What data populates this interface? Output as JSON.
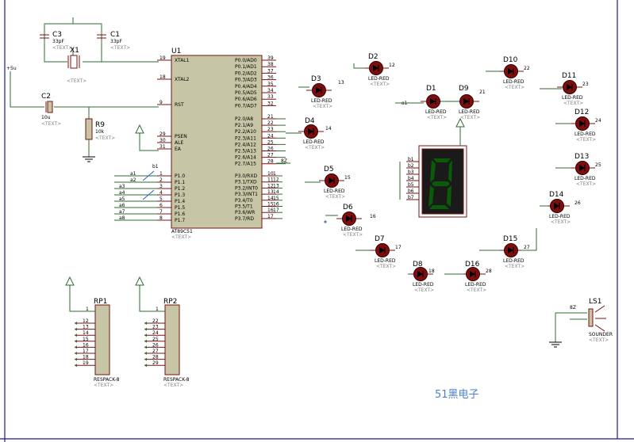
{
  "supply_label": "+5u",
  "brand_text": "51黑电子",
  "mcu": {
    "ref": "U1",
    "part": "AT89C51",
    "left_pins": [
      {
        "name": "XTAL1",
        "num": "19"
      },
      {
        "name": "XTAL2",
        "num": "18"
      },
      {
        "name": "RST",
        "num": "9"
      },
      {
        "name": "PSEN",
        "num": "29"
      },
      {
        "name": "ALE",
        "num": "30"
      },
      {
        "name": "EA",
        "num": "31"
      },
      {
        "name": "P1.0",
        "num": "1"
      },
      {
        "name": "P1.1",
        "num": "2"
      },
      {
        "name": "P1.2",
        "num": "3"
      },
      {
        "name": "P1.3",
        "num": "4"
      },
      {
        "name": "P1.4",
        "num": "5"
      },
      {
        "name": "P1.5",
        "num": "6"
      },
      {
        "name": "P1.6",
        "num": "7"
      },
      {
        "name": "P1.7",
        "num": "8"
      }
    ],
    "right_pins": [
      {
        "name": "P0.0/AD0",
        "num": "39"
      },
      {
        "name": "P0.1/AD1",
        "num": "38"
      },
      {
        "name": "P0.2/AD2",
        "num": "37"
      },
      {
        "name": "P0.3/AD3",
        "num": "36"
      },
      {
        "name": "P0.4/AD4",
        "num": "35"
      },
      {
        "name": "P0.5/AD5",
        "num": "34"
      },
      {
        "name": "P0.6/AD6",
        "num": "33"
      },
      {
        "name": "P0.7/AD7",
        "num": "32"
      },
      {
        "name": "P2.0/A8",
        "num": "21"
      },
      {
        "name": "P2.1/A9",
        "num": "22"
      },
      {
        "name": "P2.2/A10",
        "num": "23"
      },
      {
        "name": "P2.3/A11",
        "num": "24"
      },
      {
        "name": "P2.4/A12",
        "num": "25"
      },
      {
        "name": "P2.5/A13",
        "num": "26"
      },
      {
        "name": "P2.6/A14",
        "num": "27"
      },
      {
        "name": "P2.7/A15",
        "num": "28"
      },
      {
        "name": "P3.0/RXD",
        "num": "10"
      },
      {
        "name": "P3.1/TXD",
        "num": "11"
      },
      {
        "name": "P3.2/INT0",
        "num": "12"
      },
      {
        "name": "P3.3/INT1",
        "num": "13"
      },
      {
        "name": "P3.4/T0",
        "num": "14"
      },
      {
        "name": "P3.5/T1",
        "num": "15"
      },
      {
        "name": "P3.6/WR",
        "num": "16"
      },
      {
        "name": "P3.7/RD",
        "num": "17"
      }
    ],
    "p1_nets": [
      "a1",
      "a2",
      "a3",
      "a4",
      "a5",
      "a6",
      "a7",
      "a8"
    ],
    "p1_extra": "b1",
    "p2_nets": [
      "21",
      "22",
      "23",
      "24",
      "25",
      "26",
      "27",
      "28"
    ],
    "p2_extra": "8Z",
    "p3_nets": [
      "1",
      "12",
      "13",
      "14",
      "15",
      "16",
      "17",
      ""
    ]
  },
  "text_placeholder": "<TEXT>",
  "caps": [
    {
      "ref": "C3",
      "value": "33pF"
    },
    {
      "ref": "C1",
      "value": "33pF"
    },
    {
      "ref": "C2",
      "value": "10u"
    }
  ],
  "crystal": {
    "ref": "X1"
  },
  "resistor": {
    "ref": "R9",
    "value": "10k"
  },
  "leds": [
    {
      "ref": "D1",
      "part": "LED-RED",
      "net": "a1"
    },
    {
      "ref": "D2",
      "part": "LED-RED",
      "net": "12"
    },
    {
      "ref": "D3",
      "part": "LED-RED",
      "net": "13"
    },
    {
      "ref": "D4",
      "part": "LED-RED",
      "net": "14"
    },
    {
      "ref": "D5",
      "part": "LED-RED",
      "net": "15"
    },
    {
      "ref": "D6",
      "part": "LED-RED",
      "net": "16"
    },
    {
      "ref": "D7",
      "part": "LED-RED",
      "net": "17"
    },
    {
      "ref": "D8",
      "part": "LED-RED",
      "net": "18"
    },
    {
      "ref": "D9",
      "part": "LED-RED",
      "net": "21"
    },
    {
      "ref": "D10",
      "part": "LED-RED",
      "net": "22"
    },
    {
      "ref": "D11",
      "part": "LED-RED",
      "net": "23"
    },
    {
      "ref": "D12",
      "part": "LED-RED",
      "net": "24"
    },
    {
      "ref": "D13",
      "part": "LED-RED",
      "net": "25"
    },
    {
      "ref": "D14",
      "part": "LED-RED",
      "net": "26"
    },
    {
      "ref": "D15",
      "part": "LED-RED",
      "net": "27"
    },
    {
      "ref": "D16",
      "part": "LED-RED",
      "net": "28"
    }
  ],
  "seven_seg": {
    "inputs": [
      "b1",
      "b2",
      "b3",
      "b4",
      "b5",
      "b6",
      "b7"
    ]
  },
  "respacks": [
    {
      "ref": "RP1",
      "part": "RESPACK-8",
      "pin1": "1",
      "nets": [
        "12",
        "13",
        "14",
        "15",
        "16",
        "17",
        "18",
        "19"
      ]
    },
    {
      "ref": "RP2",
      "part": "RESPACK-8",
      "pin1": "1",
      "nets": [
        "22",
        "23",
        "24",
        "25",
        "26",
        "27",
        "28",
        "29"
      ]
    }
  ],
  "sounder": {
    "ref": "LS1",
    "part": "SOUNDER",
    "net": "8Z"
  }
}
